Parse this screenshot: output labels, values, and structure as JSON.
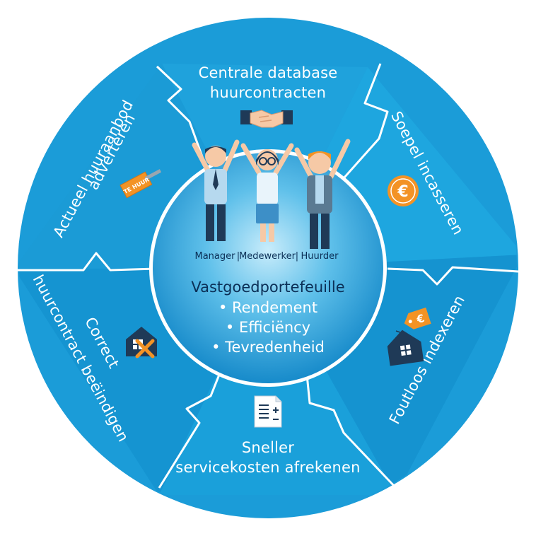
{
  "segments": {
    "top": {
      "line1": "Centrale database",
      "line2": "huurcontracten"
    },
    "top_right": {
      "label": "Soepel incasseren"
    },
    "bottom_right": {
      "label": "Foutloos indexeren"
    },
    "bottom": {
      "line1": "Sneller",
      "line2": "servicekosten afrekenen"
    },
    "bottom_left": {
      "line1": "Correct",
      "line2": "huurcontract beëindigen"
    },
    "top_left": {
      "line1": "Actueel huuraanbod",
      "line2": "adverteren"
    }
  },
  "icons": {
    "handshake": "handshake-icon",
    "euro_coin": "euro-coin-icon",
    "euro_tag": "euro-price-tag-icon",
    "house": "house-icon",
    "document": "document-icon",
    "house_cross": "house-cross-icon",
    "for_rent_sign": "for-rent-sign-icon",
    "euro_symbol": "€",
    "for_rent_text": "TE HUUR"
  },
  "center": {
    "roles": {
      "manager": "Manager",
      "employee": "Medewerker",
      "tenant": "Huurder",
      "separator": "|"
    },
    "title": "Vastgoedportefeuille",
    "items": [
      "• Rendement",
      "• Efficiëncy",
      "• Tevredenheid"
    ]
  },
  "colors": {
    "outer_ring": "#1b9cd8",
    "ring_alt": "#1592cf",
    "divider": "#ffffff",
    "center_light": "#a8def5",
    "center_dark": "#1792d2",
    "text_dark": "#0b2f56",
    "accent_orange": "#f39325",
    "icon_navy": "#1f3a57"
  }
}
